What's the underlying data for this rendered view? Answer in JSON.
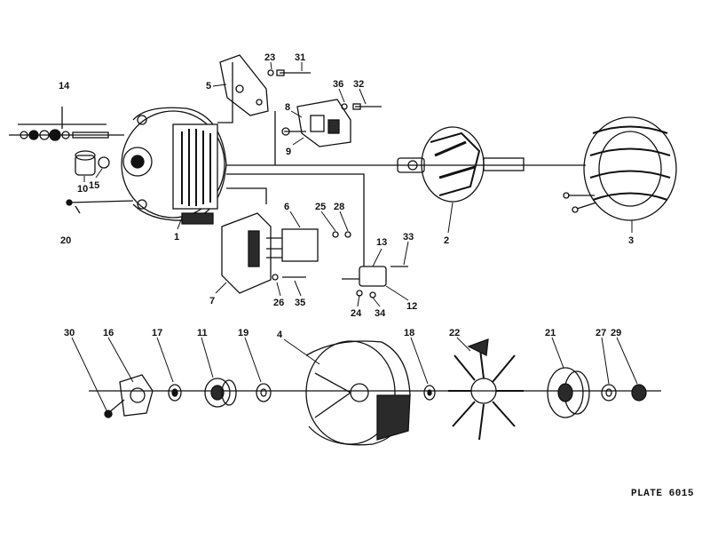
{
  "plate_label": "PLATE 6015",
  "callouts": [
    "1",
    "2",
    "3",
    "4",
    "5",
    "6",
    "7",
    "8",
    "9",
    "10",
    "11",
    "12",
    "13",
    "14",
    "15",
    "16",
    "17",
    "18",
    "19",
    "20",
    "21",
    "22",
    "23",
    "24",
    "25",
    "26",
    "27",
    "28",
    "29",
    "30",
    "31",
    "32",
    "33",
    "34",
    "35",
    "36"
  ],
  "colors": {
    "ink": "#111111",
    "paper": "#ffffff",
    "shade": "#2a2a2a"
  }
}
